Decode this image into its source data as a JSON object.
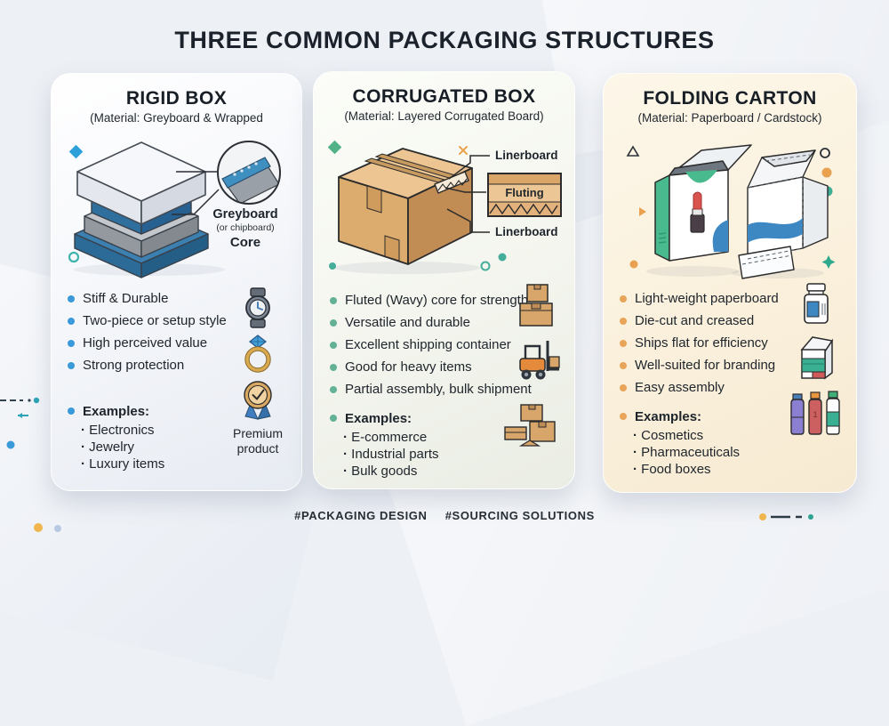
{
  "page": {
    "title": "THREE COMMON PACKAGING STRUCTURES",
    "footer": {
      "tag_packaging": "#PACKAGING DESIGN",
      "tag_sourcing": "#SOURCING SOLUTIONS"
    }
  },
  "accents": {
    "rigid_blue": "#3a9ad9",
    "corrugated_green": "#63b297",
    "folding_orange": "#e8a458",
    "cardboard_tan": "#d9a76b",
    "ink": "#1c232c"
  },
  "cards": [
    {
      "title": "RIGID BOX",
      "subtitle": "(Material: Greyboard & Wrapped",
      "diagram": {
        "label_main": "Greyboard",
        "label_sub": "(or chipboard)",
        "label_core": "Core"
      },
      "features": [
        "Stiff & Durable",
        "Two-piece or setup style",
        "High perceived value",
        "Strong protection"
      ],
      "examples_title": "Examples:",
      "examples": [
        "Electronics",
        "Jewelry",
        "Luxury items"
      ],
      "icons": [
        "watch-icon",
        "ring-icon",
        "medal-icon"
      ],
      "icon_caption": "Premium product"
    },
    {
      "title": "CORRUGATED BOX",
      "subtitle": "(Material: Layered Corrugated Board)",
      "diagram": {
        "label_top": "Linerboard",
        "label_mid": "Fluting",
        "label_bottom": "Linerboard"
      },
      "features": [
        "Fluted (Wavy) core for strength",
        "Versatile and durable",
        "Excellent shipping container",
        "Good for heavy items",
        "Partial assembly, bulk shipment"
      ],
      "examples_title": "Examples:",
      "examples": [
        "E-commerce",
        "Industrial parts",
        "Bulk goods"
      ],
      "icons": [
        "stacked-boxes-icon",
        "forklift-icon",
        "boxes-cluster-icon"
      ]
    },
    {
      "title": "FOLDING CARTON",
      "subtitle": "(Material: Paperboard / Cardstock)",
      "features": [
        "Light-weight paperboard",
        "Die-cut and creased",
        "Ships flat for efficiency",
        "Well-suited for branding",
        "Easy assembly"
      ],
      "examples_title": "Examples:",
      "examples": [
        "Cosmetics",
        "Pharmaceuticals",
        "Food boxes"
      ],
      "icons": [
        "pill-bottle-icon",
        "milk-carton-icon",
        "bottles-icon"
      ]
    }
  ]
}
